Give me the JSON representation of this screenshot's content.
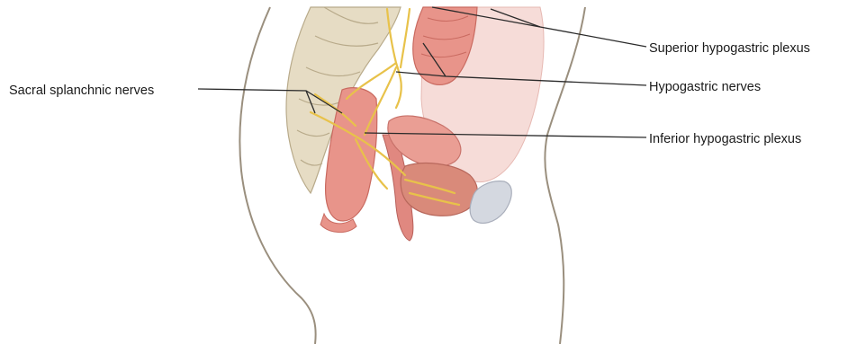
{
  "labels": {
    "superior_hypogastric_plexus": "Superior hypogastric plexus",
    "hypogastric_nerves": "Hypogastric nerves",
    "inferior_hypogastric_plexus": "Inferior hypogastric plexus",
    "sacral_splanchnic_nerves": "Sacral splanchnic nerves"
  },
  "colors": {
    "body_outline": "#9a8f7e",
    "bone": "#e6dcc4",
    "bowel": "#e8948a",
    "bowel_dark": "#c96a60",
    "nerve": "#e8c24a",
    "bladder": "#d98a7a",
    "pubic_bone": "#d4d8e0",
    "leader_line": "#2a2a2a"
  }
}
